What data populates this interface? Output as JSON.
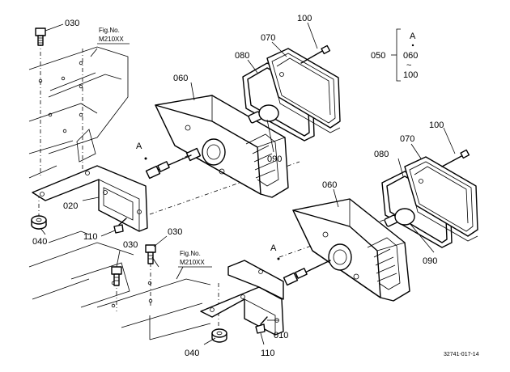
{
  "parts": {
    "p030a": "030",
    "p030b": "030",
    "p030c": "030",
    "p100a": "100",
    "p100b": "100",
    "p070a": "070",
    "p070b": "070",
    "p080a": "080",
    "p080b": "080",
    "p060a": "060",
    "p060b": "060",
    "p090a": "090",
    "p090b": "090",
    "p020": "020",
    "p040a": "040",
    "p040b": "040",
    "p110a": "110",
    "p110b": "110",
    "p010": "010"
  },
  "callouts": {
    "a1": "A",
    "a2": "A"
  },
  "fig_refs": {
    "ref1_line1": "Fig.No.",
    "ref1_line2": "M210XX",
    "ref2_line1": "Fig.No.",
    "ref2_line2": "M210XX"
  },
  "legend": {
    "key": "A",
    "top": "050",
    "mid": "060",
    "sep": "~",
    "bottom": "100"
  },
  "drawing_code": "32741-017-14"
}
